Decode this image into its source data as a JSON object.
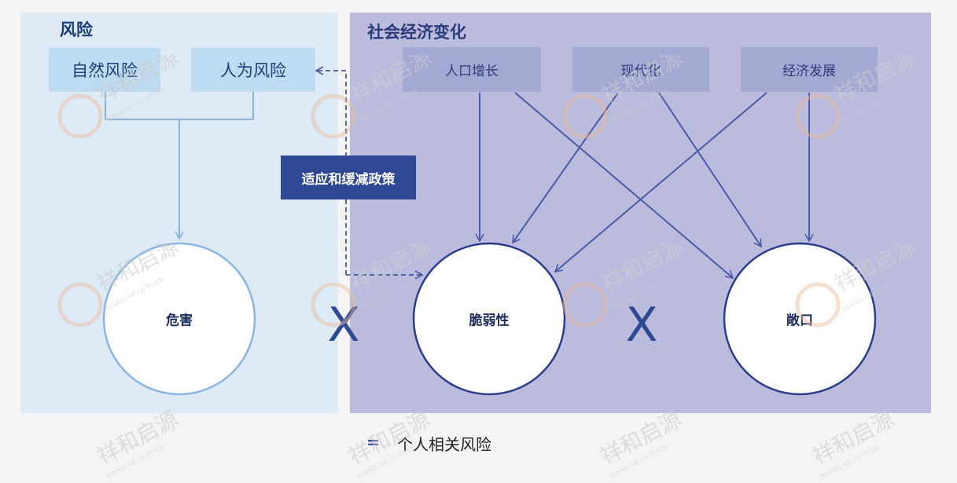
{
  "risk": {
    "title": "风险",
    "natural": "自然风险",
    "human": "人为风险",
    "hazard": "危害"
  },
  "social": {
    "title": "社会经济变化",
    "population": "人口增长",
    "modernization": "现代化",
    "economy": "经济发展",
    "vulnerability": "脆弱性",
    "exposure": "敞口"
  },
  "policy": "适应和缓减政策",
  "operator": "X",
  "legend": {
    "symbol": "=",
    "text": "个人相关风险"
  },
  "watermark": {
    "cn": "祥和启源",
    "en": "XIANG HE QI YUAN"
  },
  "colors": {
    "risk_panel": "#deebf7",
    "social_panel": "#bbbcdd",
    "hazard_circle": "#8ab4e4",
    "vuln_circle": "#2b3c8a",
    "arrow_social": "#4a5aa4",
    "arrow_risk": "#8ab4e4",
    "policy_box": "#2e4894"
  }
}
